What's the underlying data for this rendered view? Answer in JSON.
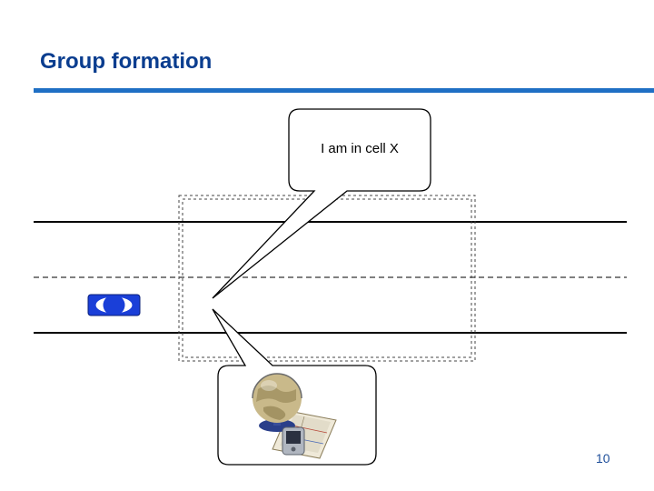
{
  "slide": {
    "title": "Group formation",
    "page_number": "10"
  },
  "bubble_top": {
    "text": "I am in cell X"
  },
  "bubble_bottom": {
    "image_description_icon": "globe-with-map-and-pda-icon"
  },
  "vehicle": {
    "icon": "car-icon"
  },
  "colors": {
    "title": "#0a3d8f",
    "rule": "#1f6fc4",
    "car_blue": "#1a3fd8"
  }
}
